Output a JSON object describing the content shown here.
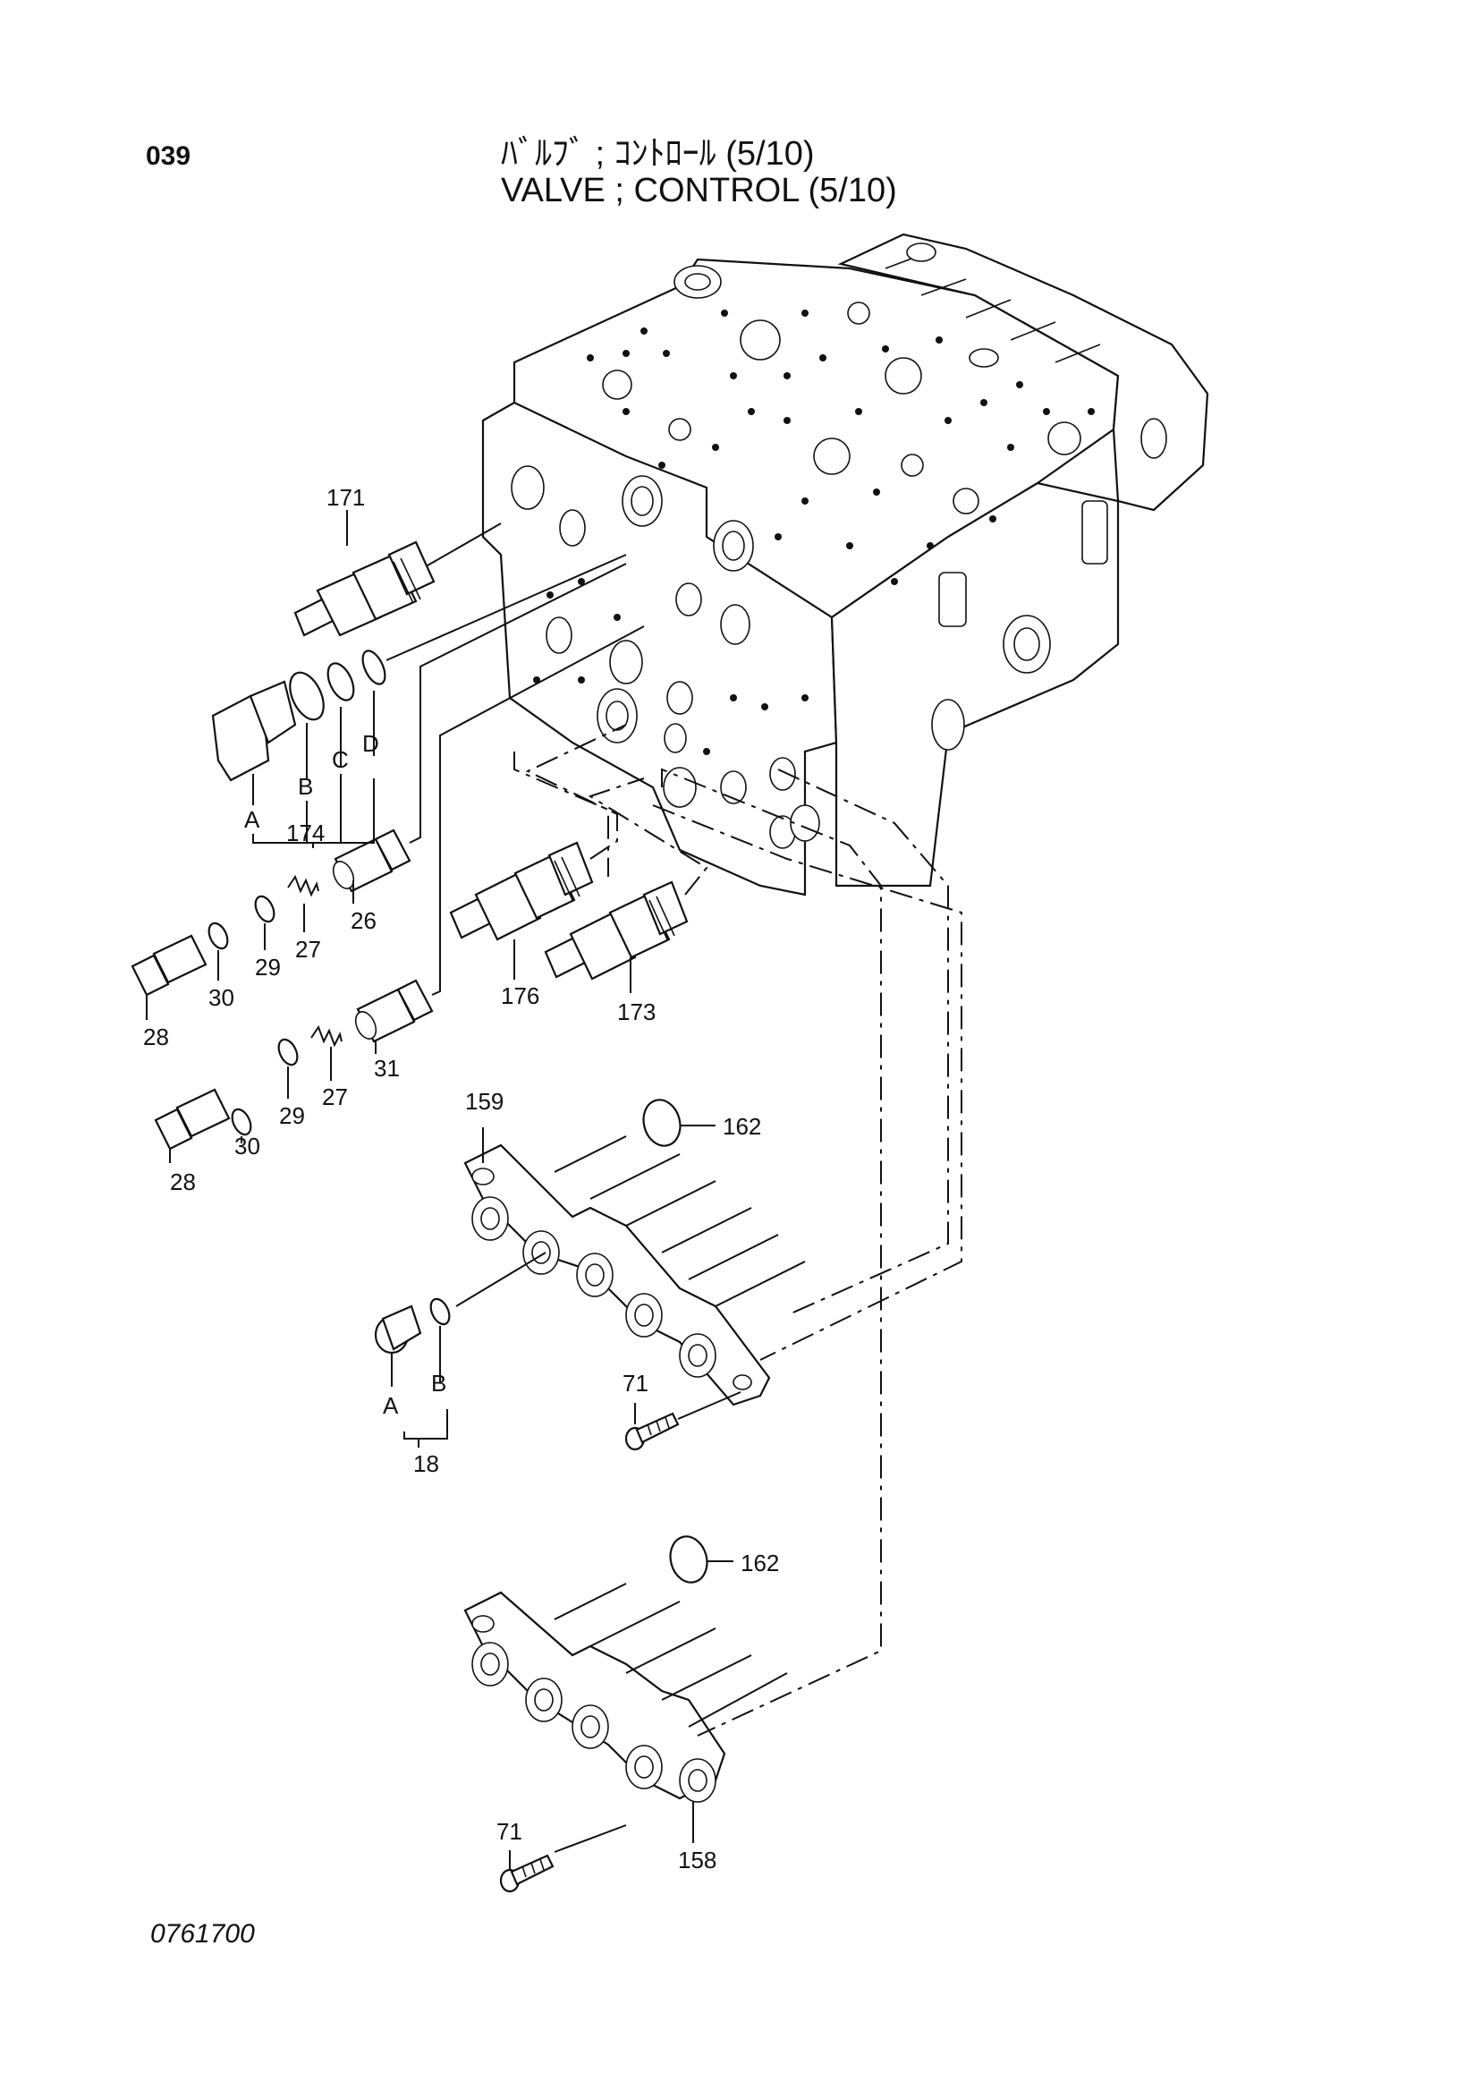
{
  "header": {
    "page_number": "039",
    "title_jp": "ﾊﾞﾙﾌﾞ ; ｺﾝﾄﾛｰﾙ (5/10)",
    "title_en": "VALVE ; CONTROL (5/10)"
  },
  "footer": {
    "drawing_code": "0761700"
  },
  "callouts": {
    "c171": "171",
    "c174": "174",
    "c174_a": "A",
    "c174_b": "B",
    "c174_c": "C",
    "c174_d": "D",
    "c26": "26",
    "c27_upper": "27",
    "c29_upper": "29",
    "c30_upper": "30",
    "c28_upper": "28",
    "c176": "176",
    "c173": "173",
    "c31": "31",
    "c27_lower": "27",
    "c29_lower": "29",
    "c30_lower": "30",
    "c28_lower": "28",
    "c159": "159",
    "c162_upper": "162",
    "c18": "18",
    "c18_a": "A",
    "c18_b": "B",
    "c71_upper": "71",
    "c162_lower": "162",
    "c71_lower": "71",
    "c158": "158"
  }
}
